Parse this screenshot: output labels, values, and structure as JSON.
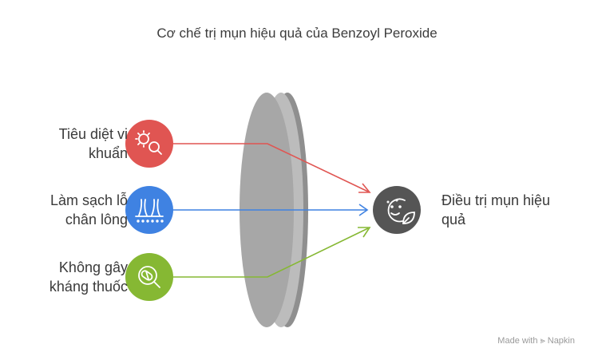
{
  "title": "Cơ chế trị mụn hiệu quả của Benzoyl Peroxide",
  "inputs": [
    {
      "line1": "Tiêu diệt vi",
      "line2": "khuẩn",
      "color": "#e05552",
      "icon": "bacteria-magnifier-icon"
    },
    {
      "line1": "Làm sạch lỗ",
      "line2": "chân lông",
      "color": "#3f82e2",
      "icon": "pore-cleaning-icon"
    },
    {
      "line1": "Không gây",
      "line2": "kháng thuốc",
      "color": "#86b833",
      "icon": "pill-magnifier-icon"
    }
  ],
  "output": {
    "line1": "Điều trị mụn hiệu",
    "line2": "quả",
    "color": "#555555",
    "icon": "clear-face-leaf-icon"
  },
  "lens_color": "#a7a7a7",
  "footer": "Made with ⪢ Napkin"
}
